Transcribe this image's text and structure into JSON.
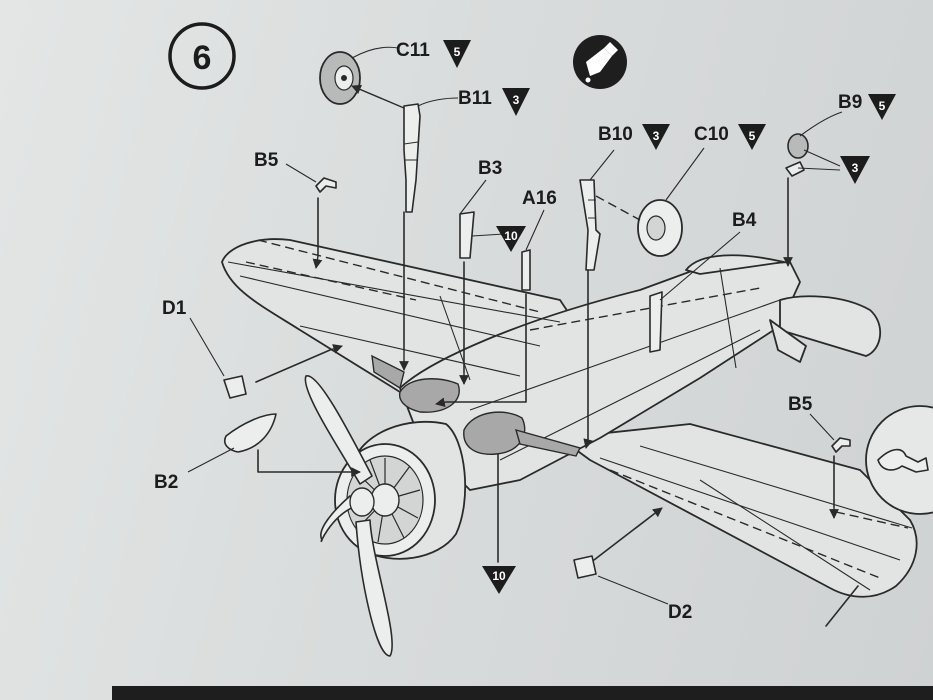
{
  "step": {
    "number": "6"
  },
  "parts": [
    {
      "id": "c11",
      "label": "C11",
      "count": "5"
    },
    {
      "id": "b11",
      "label": "B11",
      "count": "3"
    },
    {
      "id": "b5-top",
      "label": "B5",
      "count": ""
    },
    {
      "id": "b3",
      "label": "B3",
      "count": "10"
    },
    {
      "id": "a16",
      "label": "A16",
      "count": ""
    },
    {
      "id": "b10",
      "label": "B10",
      "count": "3"
    },
    {
      "id": "c10",
      "label": "C10",
      "count": "5"
    },
    {
      "id": "b9",
      "label": "B9",
      "count": "5"
    },
    {
      "id": "b9-sub",
      "label": "",
      "count": "3"
    },
    {
      "id": "b4",
      "label": "B4",
      "count": ""
    },
    {
      "id": "d1",
      "label": "D1",
      "count": ""
    },
    {
      "id": "b2",
      "label": "B2",
      "count": ""
    },
    {
      "id": "b5-right",
      "label": "B5",
      "count": ""
    },
    {
      "id": "d2",
      "label": "D2",
      "count": ""
    },
    {
      "id": "bay",
      "label": "",
      "count": "10"
    }
  ],
  "icons": {
    "glue": "glue-tube-icon"
  }
}
